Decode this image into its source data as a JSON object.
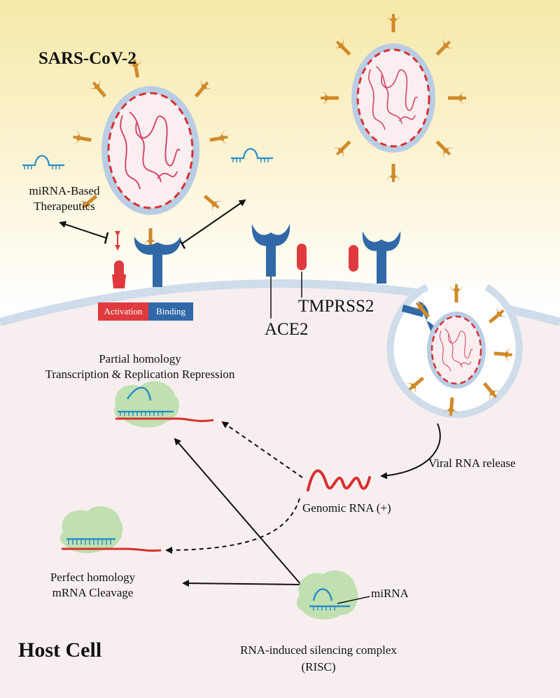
{
  "title": "SARS-CoV-2",
  "host_cell": "Host Cell",
  "therapeutics": [
    "miRNA-Based",
    "Therapeutics"
  ],
  "legend": {
    "activation": "Activation",
    "binding": "Binding",
    "activation_color": "#e03a3e",
    "binding_color": "#3169a8"
  },
  "receptors": {
    "tmprss2": "TMPRSS2",
    "ace2": "ACE2"
  },
  "partial_homology": [
    "Partial homology",
    "Transcription & Replication Repression"
  ],
  "viral_rna_release": "Viral RNA release",
  "genomic_rna": "Genomic RNA (+)",
  "perfect_homology": [
    "Perfect homology",
    "mRNA Cleavage"
  ],
  "mirna": "miRNA",
  "risc": [
    "RNA-induced silencing complex",
    "(RISC)"
  ],
  "colors": {
    "receptor": "#3169a8",
    "protease": "#e03a3e",
    "spike": "#d08a2a",
    "envelope": "#b9cde4",
    "rna": "#d24a6a",
    "complex": "#b9deaa"
  }
}
